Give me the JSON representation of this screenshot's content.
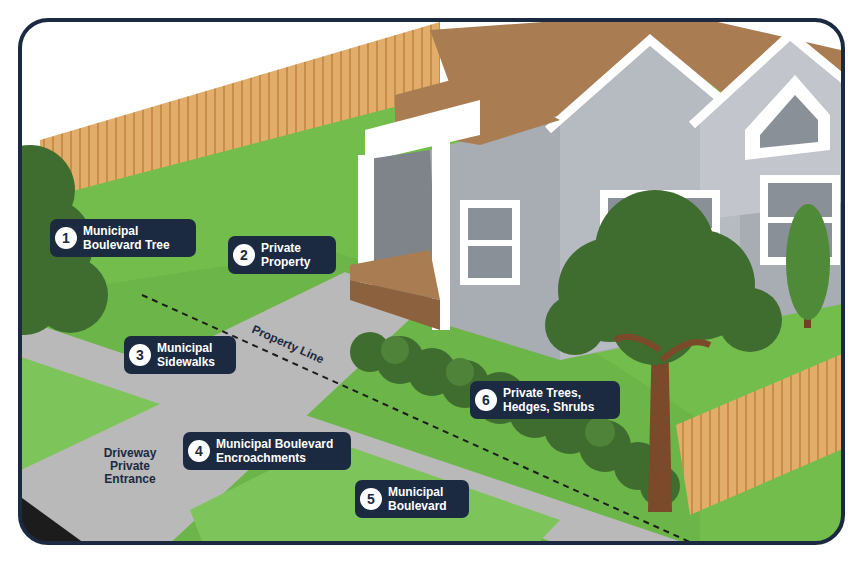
{
  "diagram": {
    "nodes": [
      {
        "text": [
          "1",
          "Municipal Boulevard Tree"
        ]
      },
      {
        "text": [
          "2",
          "Private Property"
        ]
      },
      {
        "text": [
          "3",
          "Municipal Sidewalks"
        ]
      },
      {
        "text": [
          "4",
          "Municipal Boulevard Encroachments"
        ]
      },
      {
        "text": [
          "5",
          "Municipal Boulevard"
        ]
      },
      {
        "text": [
          "6",
          "Private Trees, Hedges, Shrubs"
        ]
      }
    ],
    "labels": [
      "Property Line",
      "Driveway Private Entrance"
    ]
  }
}
